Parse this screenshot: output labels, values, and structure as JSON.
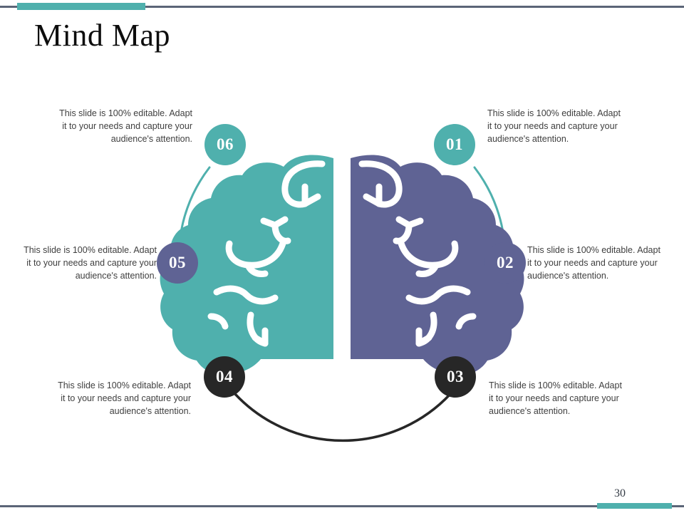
{
  "slide": {
    "title": "Mind Map",
    "page_number": "30",
    "accent_teal": "#4fb0ad",
    "accent_purple": "#5f6394",
    "accent_dark": "#272727",
    "rule_color": "#5b6577"
  },
  "diagram": {
    "type": "mind-map",
    "center_graphic": "brain-illustration",
    "brain": {
      "left_hemisphere_color": "#4fb0ad",
      "right_hemisphere_color": "#5f6394",
      "detail_line_color": "#ffffff"
    },
    "nodes": [
      {
        "id": "01",
        "label": "01",
        "color": "#4fb0ad",
        "caption": "This slide is 100% editable. Adapt it to your needs and capture your audience's attention."
      },
      {
        "id": "02",
        "label": "02",
        "color": "#5f6394",
        "caption": "This slide is 100% editable. Adapt it to your needs and capture your audience's attention."
      },
      {
        "id": "03",
        "label": "03",
        "color": "#272727",
        "caption": "This slide is 100% editable. Adapt it to your needs and capture your audience's attention."
      },
      {
        "id": "04",
        "label": "04",
        "color": "#272727",
        "caption": "This slide is 100% editable. Adapt it to your needs and capture your audience's attention."
      },
      {
        "id": "05",
        "label": "05",
        "color": "#5f6394",
        "caption": "This slide is 100% editable. Adapt it to your needs and capture your audience's attention."
      },
      {
        "id": "06",
        "label": "06",
        "color": "#4fb0ad",
        "caption": "This slide is 100% editable. Adapt it to your needs and capture your audience's attention."
      }
    ],
    "connectors": [
      {
        "from": "06",
        "to": "05",
        "color": "#4fb0ad"
      },
      {
        "from": "05",
        "to": "04",
        "color": "#5f6394"
      },
      {
        "from": "04",
        "to": "03",
        "color": "#272727"
      },
      {
        "from": "03",
        "to": "02",
        "color": "#5f6394"
      },
      {
        "from": "02",
        "to": "01",
        "color": "#4fb0ad"
      }
    ]
  }
}
